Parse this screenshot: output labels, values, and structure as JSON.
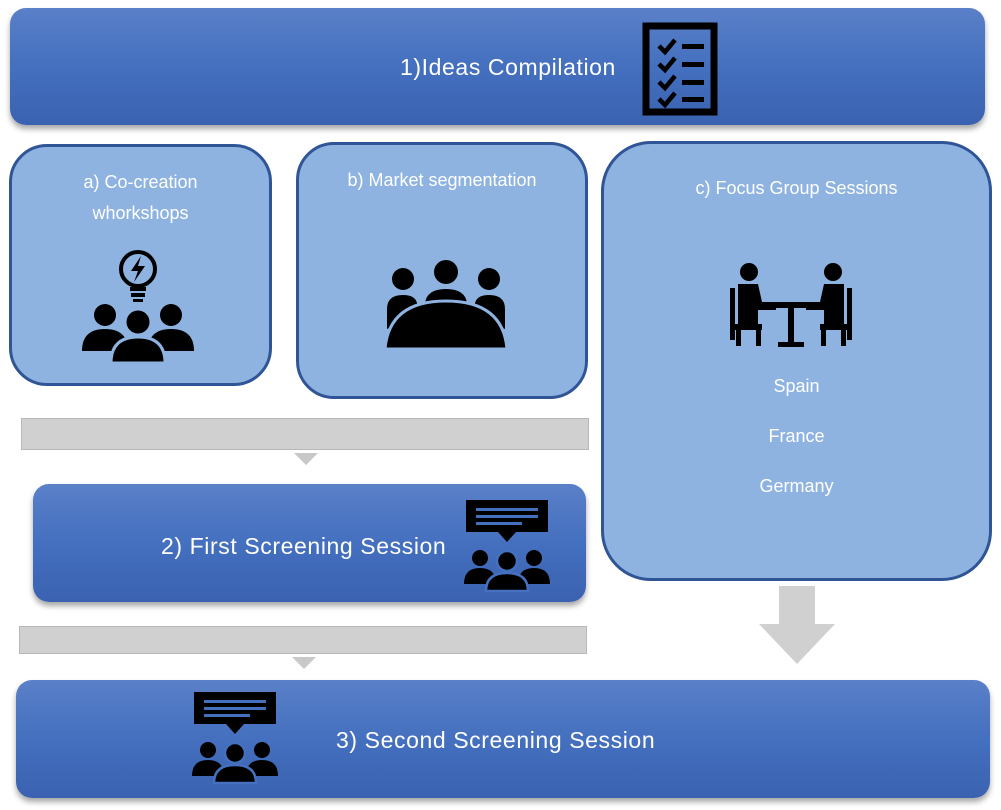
{
  "step1": {
    "label": "1)Ideas Compilation",
    "icon": "checklist-icon"
  },
  "box_a": {
    "label": "a) Co-creation whorkshops",
    "icon": "idea-group-icon"
  },
  "box_b": {
    "label": "b) Market segmentation",
    "icon": "meeting-table-icon"
  },
  "box_c": {
    "label": "c) Focus Group Sessions",
    "icon": "interview-icon",
    "countries": [
      "Spain",
      "France",
      "Germany"
    ]
  },
  "step2": {
    "label": "2) First Screening Session",
    "icon": "discussion-group-icon"
  },
  "step3": {
    "label": "3) Second Screening Session",
    "icon": "discussion-group-icon"
  },
  "colors": {
    "bar_blue": "#4472c4",
    "box_fill": "#8eb3e0",
    "box_border": "#2f5597",
    "arrow_grey": "#d0d0d0"
  }
}
